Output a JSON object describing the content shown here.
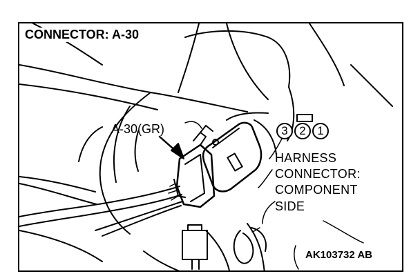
{
  "title": "CONNECTOR: A-30",
  "callout": "A-30(GR)",
  "harness_lines": [
    "HARNESS",
    "CONNECTOR:",
    "COMPONENT",
    "SIDE"
  ],
  "pins": [
    "3",
    "2",
    "1"
  ],
  "figure_code": "AK103732 AB"
}
